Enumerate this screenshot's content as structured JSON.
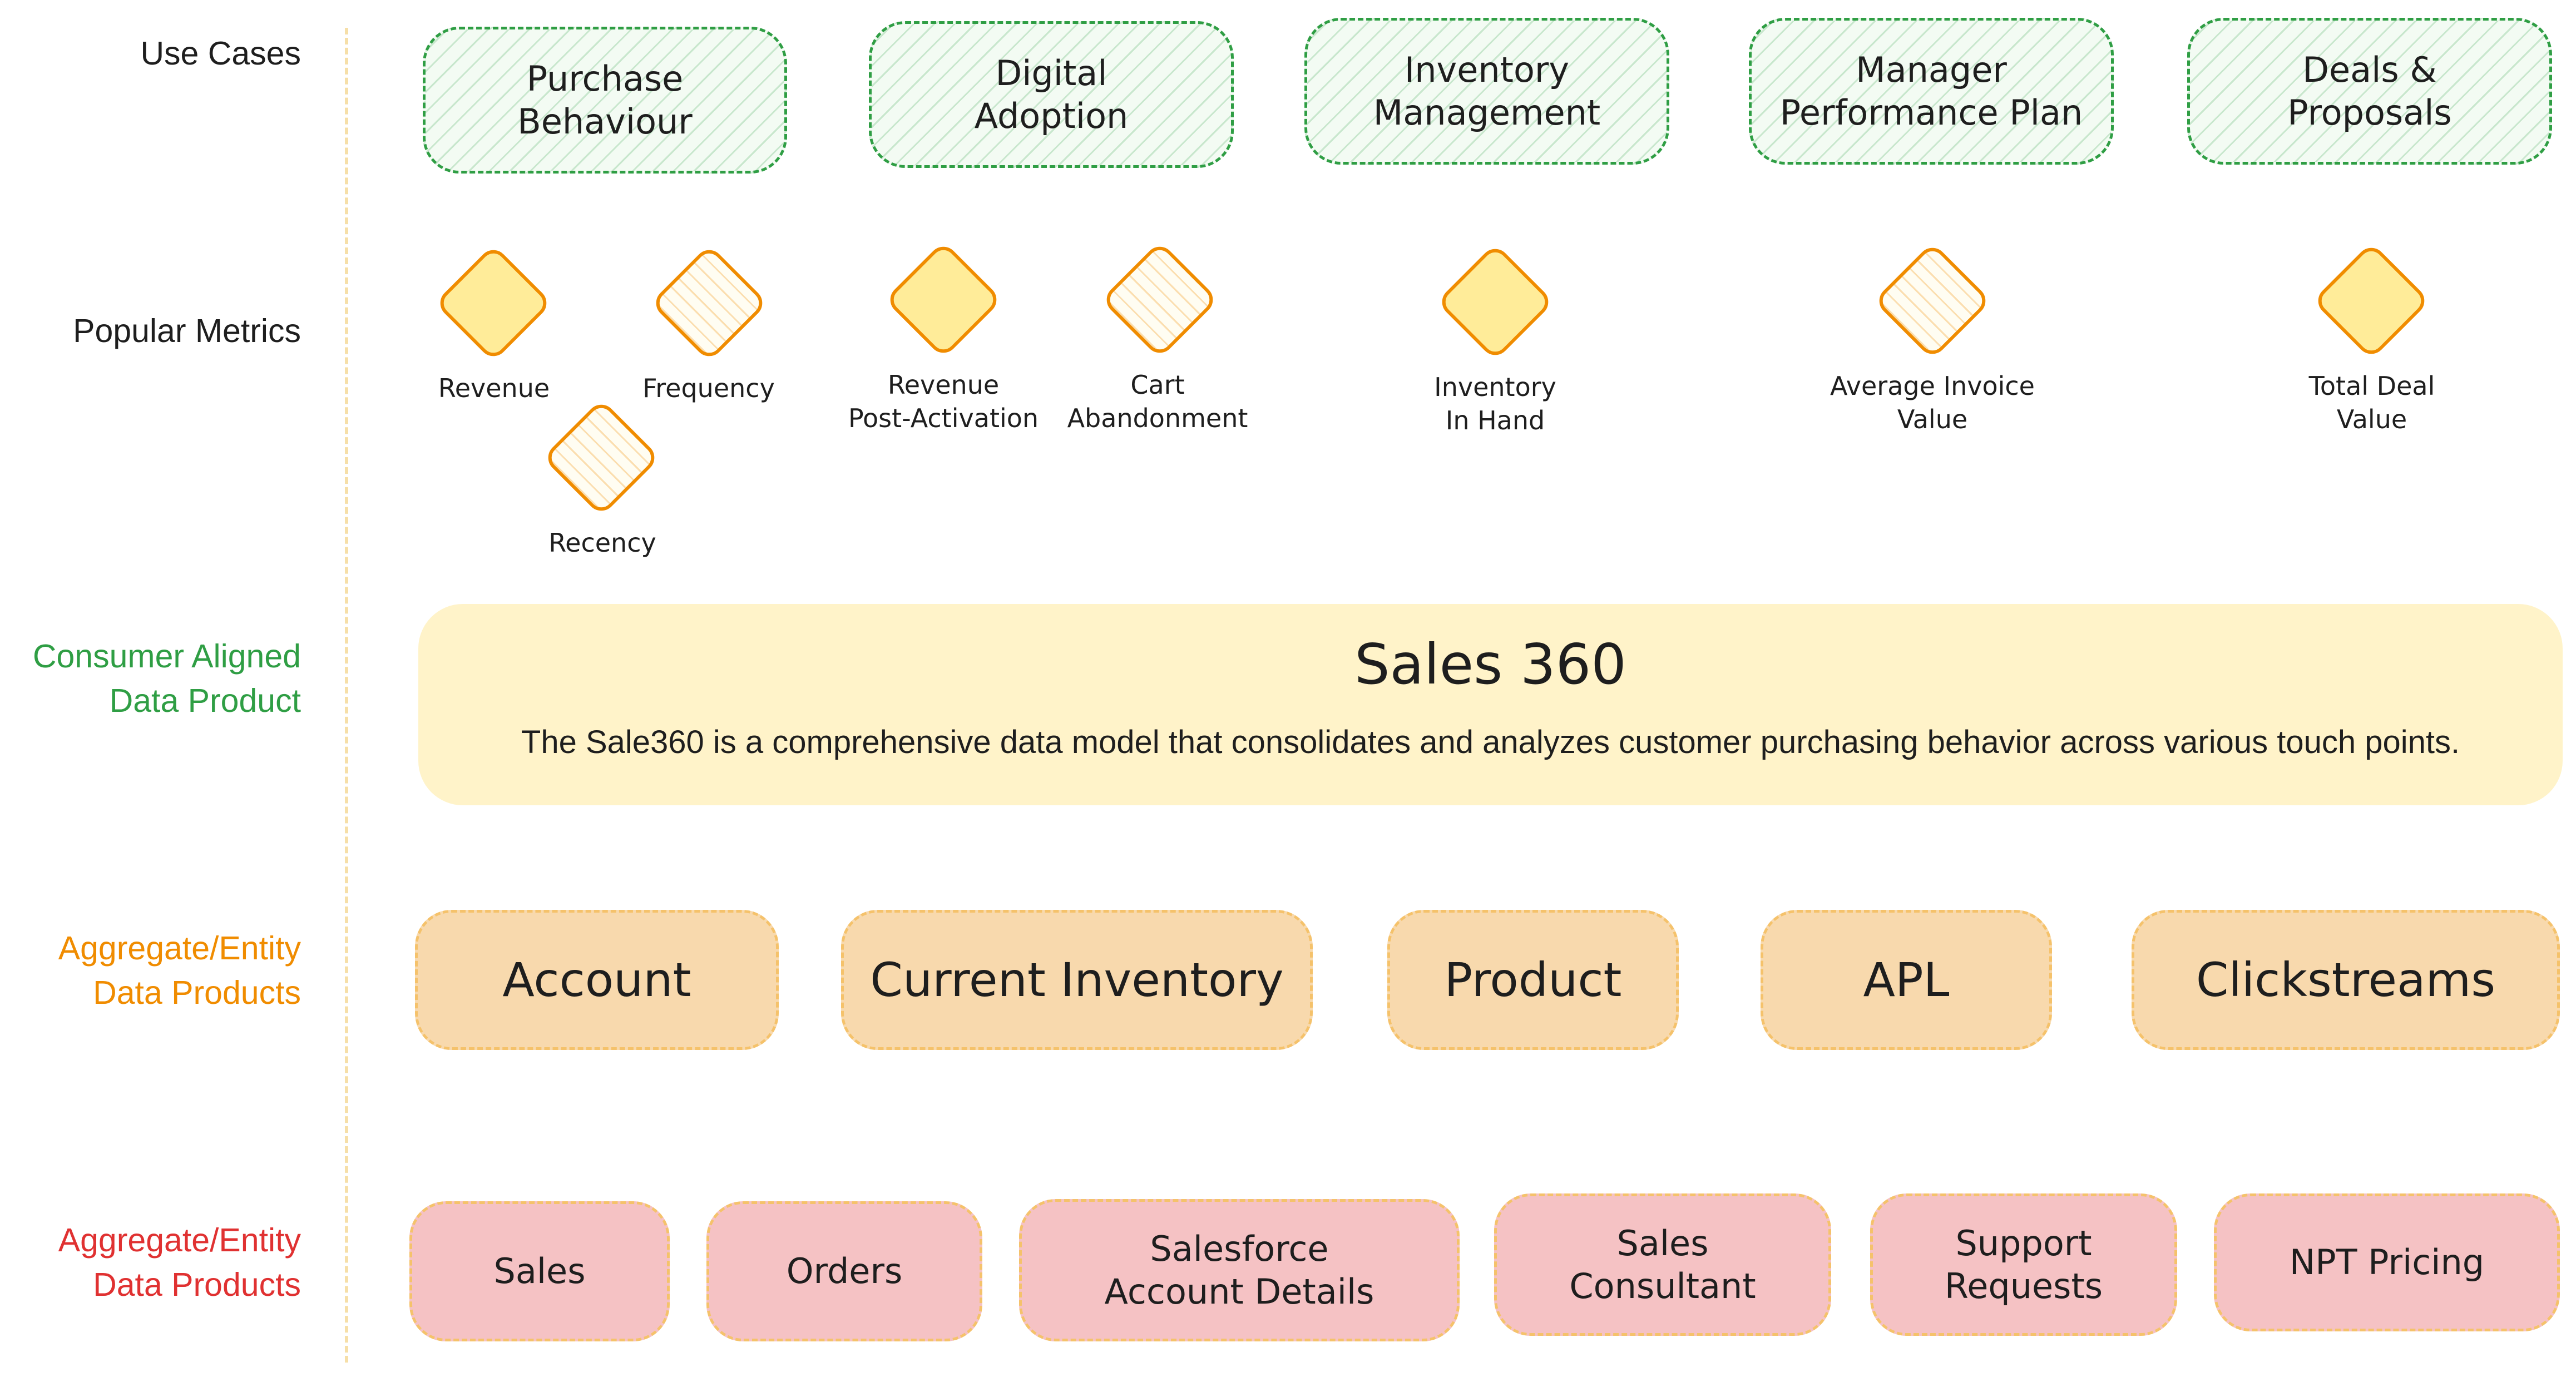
{
  "row_labels": {
    "use_cases": "Use Cases",
    "popular_metrics": "Popular Metrics",
    "consumer_line1": "Consumer Aligned",
    "consumer_line2": "Data Product",
    "aggregate_line1": "Aggregate/Entity",
    "aggregate_line2": "Data Products",
    "source_line1": "Aggregate/Entity",
    "source_line2": "Data Products"
  },
  "use_cases": [
    "Purchase\nBehaviour",
    "Digital\nAdoption",
    "Inventory\nManagement",
    "Manager\nPerformance Plan",
    "Deals &\nProposals"
  ],
  "metrics": [
    "Revenue",
    "Frequency",
    "Recency",
    "Revenue\nPost-Activation",
    "Cart\nAbandonment",
    "Inventory\nIn Hand",
    "Average Invoice\nValue",
    "Total Deal\nValue"
  ],
  "consumer_product": {
    "title": "Sales 360",
    "description": "The Sale360 is a comprehensive data model that consolidates and analyzes customer purchasing behavior across various touch points."
  },
  "aggregate_products": [
    "Account",
    "Current Inventory",
    "Product",
    "APL",
    "Clickstreams"
  ],
  "source_products": [
    "Sales",
    "Orders",
    "Salesforce\nAccount Details",
    "Sales\nConsultant",
    "Support\nRequests",
    "NPT Pricing"
  ],
  "colors": {
    "label_default": "#1e1e1e",
    "label_consumer": "#2f9e44",
    "label_aggregate": "#f08c00",
    "label_source": "#e03131",
    "use_case_stroke": "#2f9e44",
    "metric_fill": "#ffec99",
    "metric_stroke": "#f08c00",
    "consumer_fill": "#fff3c9",
    "aggregate_fill": "#f8d9ad",
    "source_fill": "#f5c2c4"
  }
}
